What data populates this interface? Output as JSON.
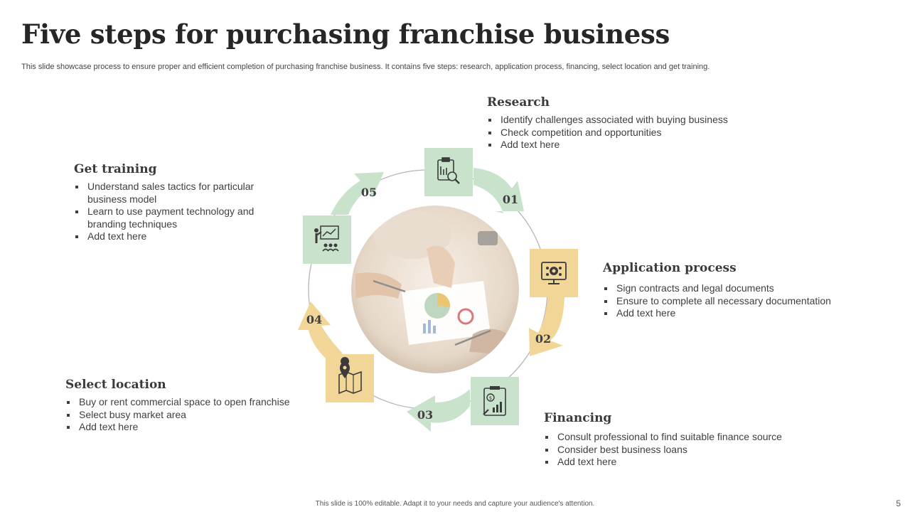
{
  "title": "Five steps for purchasing franchise business",
  "subtitle": "This slide showcase process to ensure proper and efficient completion of purchasing franchise business. It contains five steps: research, application process, financing, select location and get training.",
  "colors": {
    "green": "#c8e2cb",
    "tan": "#f2d697",
    "icon_dark": "#3b3b3b",
    "ring": "#b5b5b5"
  },
  "steps": [
    {
      "number": "01",
      "title": "Research",
      "icon": "report-magnifier-icon",
      "bullets": [
        "Identify challenges associated with buying business",
        "Check competition and opportunities",
        "Add text here"
      ]
    },
    {
      "number": "02",
      "title": "Application process",
      "icon": "monitor-brain-icon",
      "bullets": [
        "Sign contracts and legal documents",
        "Ensure to complete all necessary documentation",
        "Add text here"
      ]
    },
    {
      "number": "03",
      "title": "Financing",
      "icon": "finance-report-icon",
      "bullets": [
        "Consult professional to find suitable finance source",
        "Consider best business loans",
        "Add text here"
      ]
    },
    {
      "number": "04",
      "title": "Select location",
      "icon": "map-pin-icon",
      "bullets": [
        "Buy or rent commercial space to open franchise",
        "Select busy market area",
        "Add text here"
      ]
    },
    {
      "number": "05",
      "title": "Get training",
      "icon": "presentation-training-icon",
      "bullets": [
        "Understand sales tactics for particular business model",
        "Learn to use payment technology and branding techniques",
        "Add text here"
      ]
    }
  ],
  "footer": "This slide is 100% editable. Adapt it to your needs and capture your audience's attention.",
  "page_number": "5"
}
